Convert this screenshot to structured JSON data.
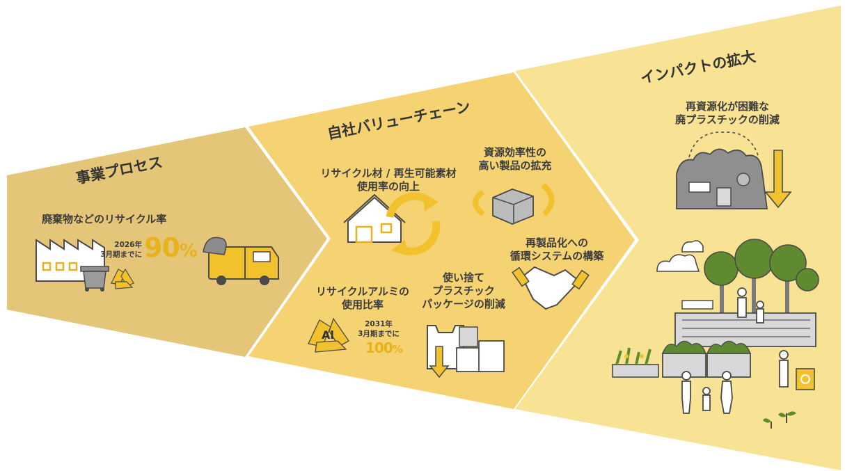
{
  "stages": [
    {
      "title": "事業プロセス",
      "items": [
        {
          "label": "廃棄物などのリサイクル率",
          "target_year": "2026年",
          "target_period": "3月期までに",
          "value": "90",
          "unit": "%"
        }
      ]
    },
    {
      "title": "自社バリューチェーン",
      "items": [
        {
          "label_l1": "リサイクル材 / 再生可能素材",
          "label_l2": "使用率の向上"
        },
        {
          "label_l1": "資源効率性の",
          "label_l2": "高い製品の拡充"
        },
        {
          "label_l1": "再製品化への",
          "label_l2": "循環システムの構築"
        },
        {
          "label_l1": "使い捨て",
          "label_l2": "プラスチック",
          "label_l3": "パッケージの削減"
        },
        {
          "label_l1": "リサイクルアルミの",
          "label_l2": "使用比率",
          "target_year": "2031年",
          "target_period": "3月期までに",
          "value": "100",
          "unit": "%",
          "symbol": "Al"
        }
      ]
    },
    {
      "title": "インパクトの拡大",
      "items": [
        {
          "label_l1": "再資源化が困難な",
          "label_l2": "廃プラスチックの削減"
        }
      ]
    }
  ],
  "colors": {
    "stage1": "#e4c478",
    "stage2": "#f4d272",
    "stage3": "#f7e294",
    "accent": "#f2c12e",
    "dark": "#4a4a4a"
  },
  "icons": [
    "factory-icon",
    "trash-bin-icon",
    "recycle-icon",
    "garbage-truck-icon",
    "house-icon",
    "cycle-arrows-icon",
    "box-icon",
    "handshake-icon",
    "aluminum-recycle-icon",
    "plastic-bag-icon",
    "down-arrow-icon",
    "waste-pile-icon",
    "tree-icon",
    "cloud-icon",
    "family-icon",
    "sprout-icon",
    "field-icon"
  ]
}
